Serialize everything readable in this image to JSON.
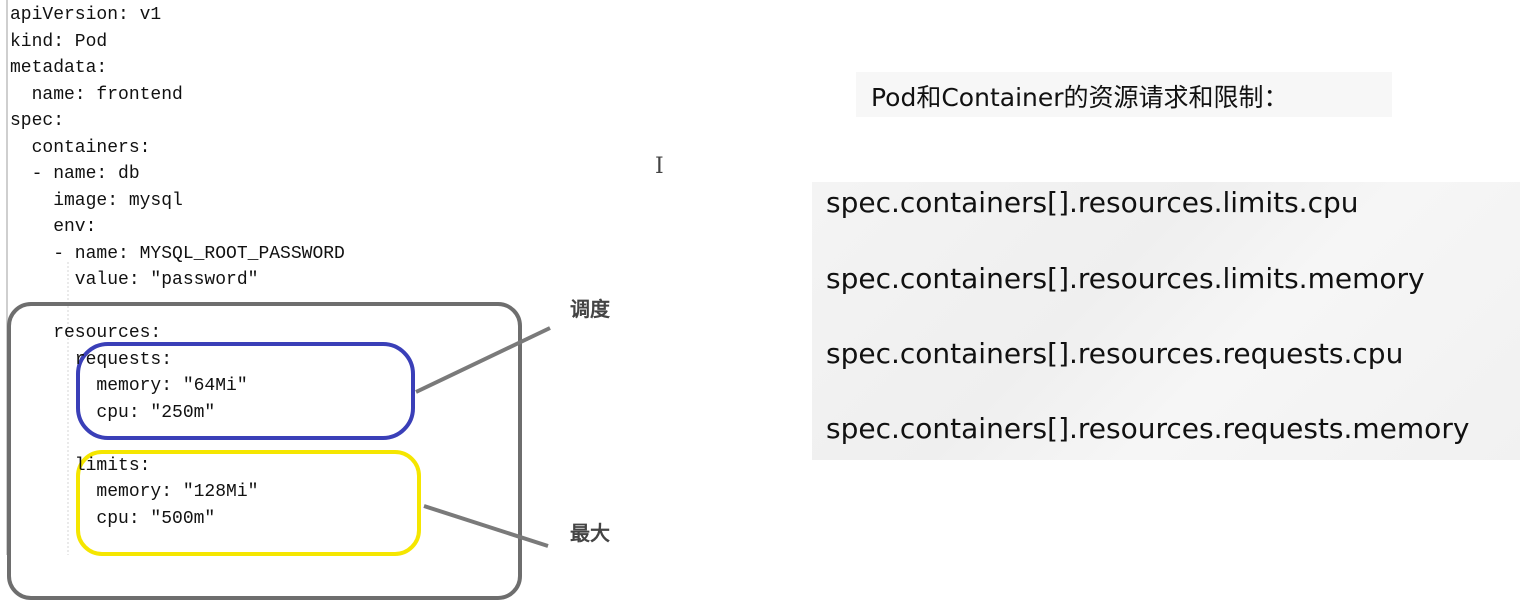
{
  "yaml_lines": [
    "apiVersion: v1",
    "kind: Pod",
    "metadata:",
    "  name: frontend",
    "spec:",
    "  containers:",
    "  - name: db",
    "    image: mysql",
    "    env:",
    "    - name: MYSQL_ROOT_PASSWORD",
    "      value: \"password\"",
    "",
    "    resources:",
    "      requests:",
    "        memory: \"64Mi\"",
    "        cpu: \"250m\"",
    "",
    "      limits:",
    "        memory: \"128Mi\"",
    "        cpu: \"500m\""
  ],
  "annotations": {
    "schedule_label": "调度",
    "max_label": "最大"
  },
  "colors": {
    "requests_outline": "#3a3fb8",
    "limits_outline": "#f5e600",
    "resources_outline": "#6e6e6e",
    "connector": "#7a7a7a"
  },
  "cursor_icon": "text-cursor-icon",
  "right_panel": {
    "title": "Pod和Container的资源请求和限制：",
    "fields": [
      "spec.containers[].resources.limits.cpu",
      "spec.containers[].resources.limits.memory",
      "spec.containers[].resources.requests.cpu",
      "spec.containers[].resources.requests.memory"
    ]
  }
}
